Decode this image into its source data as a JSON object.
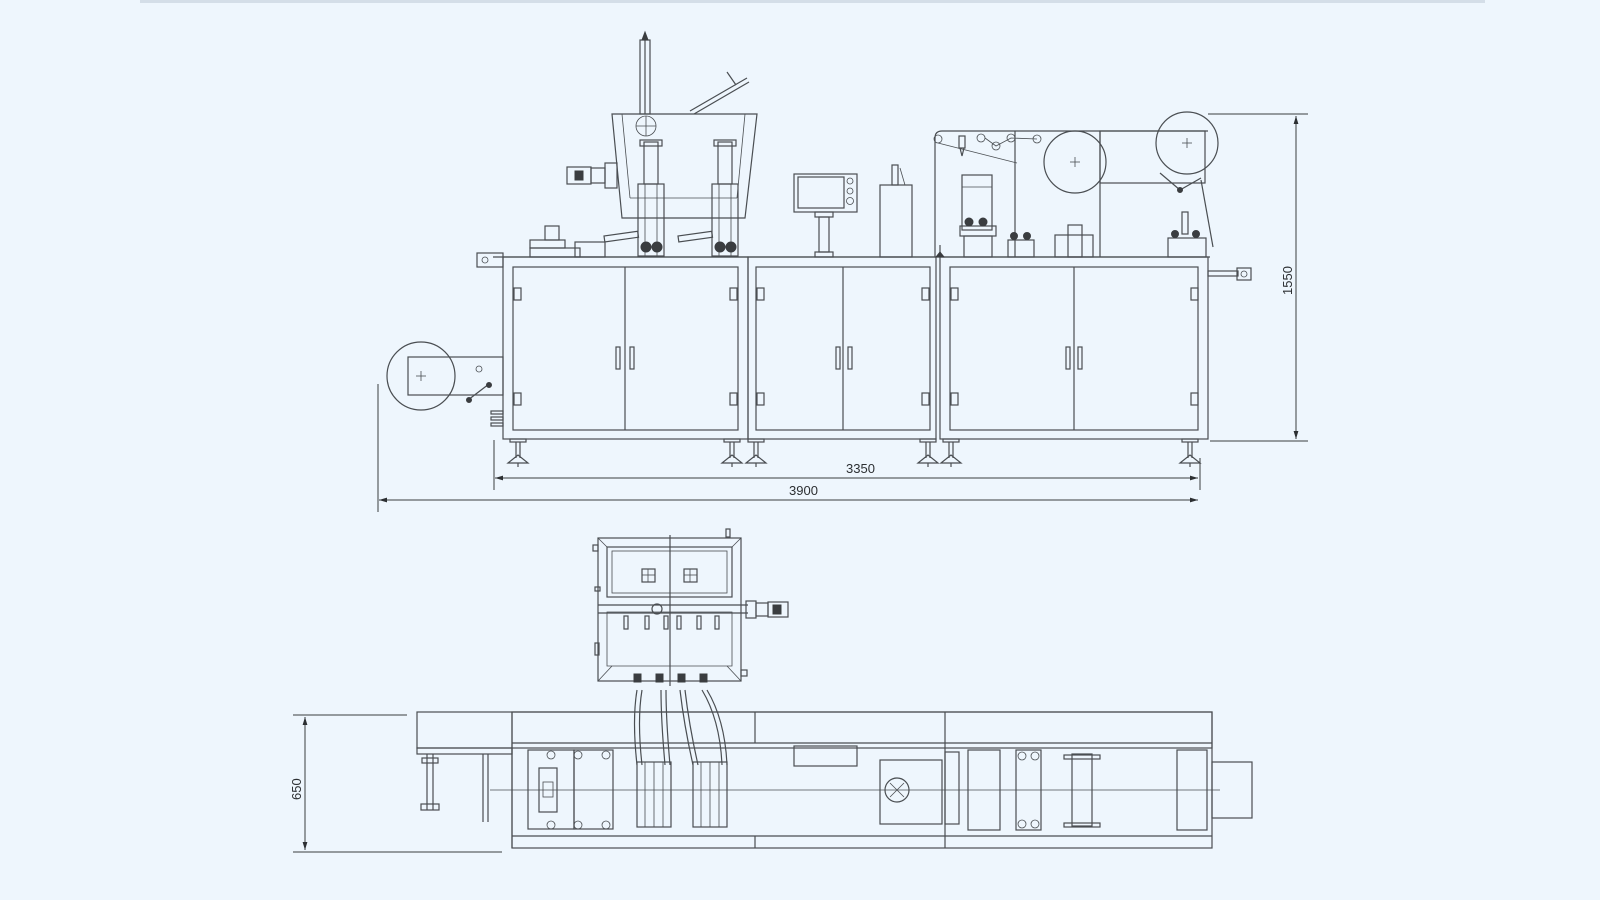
{
  "drawing": {
    "type": "engineering drawing",
    "views": [
      "front-elevation",
      "top-plan"
    ],
    "colors": {
      "background": "#eef6fd",
      "line": "#4a4e52"
    }
  },
  "front_view": {
    "dimensions": {
      "height": "1550",
      "body_length": "3350",
      "overall_length": "3900"
    },
    "cabinets": 3,
    "doors_per_cabinet": 2
  },
  "top_view": {
    "dimensions": {
      "width": "650"
    },
    "hopper_windows": 2,
    "feed_hoses": 4
  }
}
